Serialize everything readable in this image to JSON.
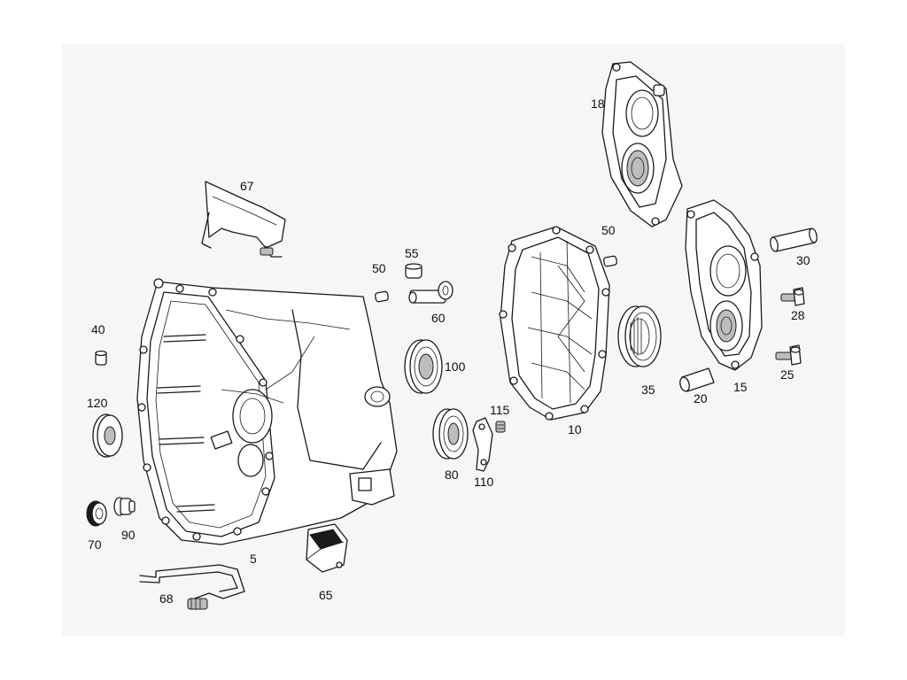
{
  "diagram": {
    "callouts": {
      "c5": "5",
      "c10": "10",
      "c15": "15",
      "c18": "18",
      "c20": "20",
      "c25": "25",
      "c28": "28",
      "c30": "30",
      "c35": "35",
      "c40": "40",
      "c50a": "50",
      "c50b": "50",
      "c55": "55",
      "c60": "60",
      "c65": "65",
      "c67": "67",
      "c68": "68",
      "c70": "70",
      "c80": "80",
      "c90": "90",
      "c100": "100",
      "c110": "110",
      "c115": "115",
      "c120": "120"
    }
  }
}
